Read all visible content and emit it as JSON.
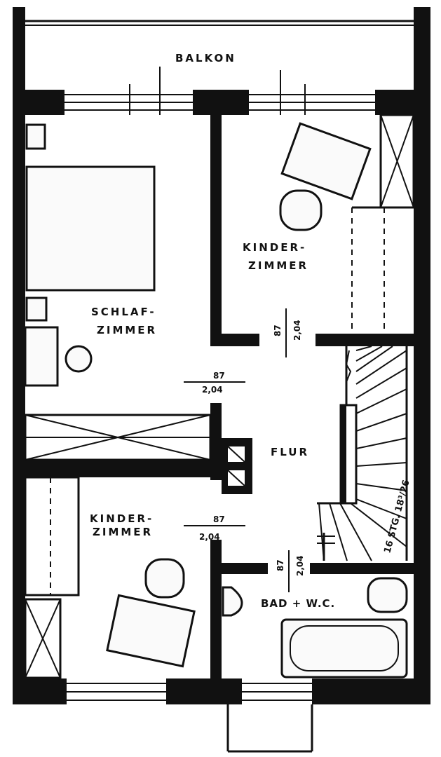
{
  "rooms": {
    "balkon": "BALKON",
    "schlaf_line1": "SCHLAF-",
    "schlaf_line2": "ZIMMER",
    "kinder_top_line1": "KINDER-",
    "kinder_top_line2": "ZIMMER",
    "flur": "FLUR",
    "kinder_bottom_line1": "KINDER-",
    "kinder_bottom_line2": "ZIMMER",
    "bad": "BAD + W.C."
  },
  "dimensions": {
    "door_kinder_top_a": "87",
    "door_kinder_top_b": "2,04",
    "door_schlaf_a": "87",
    "door_schlaf_b": "2,04",
    "door_kinder_bottom_a": "87",
    "door_kinder_bottom_b": "2,04",
    "door_bad_a": "87",
    "door_bad_b": "2,04",
    "stairs": "16 STG. 18³/26"
  },
  "colors": {
    "ink": "#111111",
    "paper": "#ffffff"
  }
}
